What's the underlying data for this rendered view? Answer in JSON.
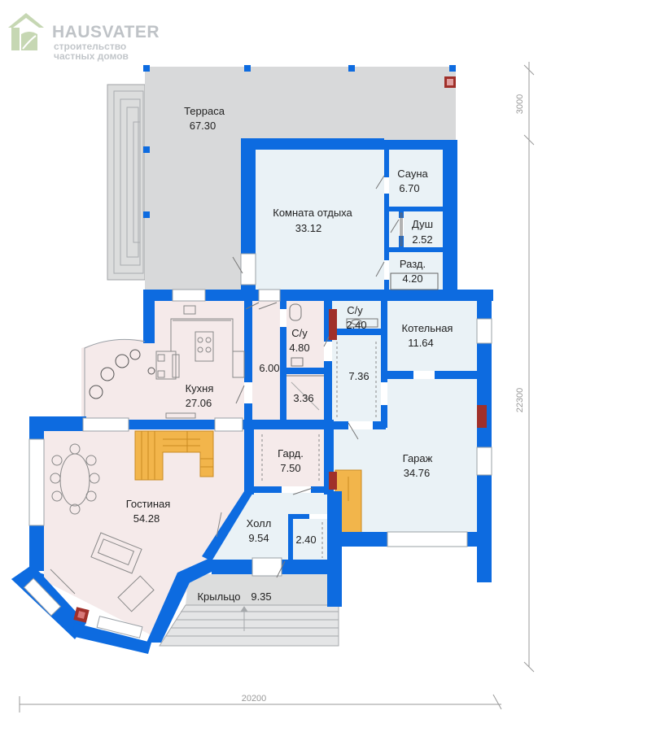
{
  "logo": {
    "brand": "HAUSVATER",
    "tagline_1": "строительство",
    "tagline_2": "частных домов"
  },
  "colors": {
    "wall": "#0d6be0",
    "terrace": "#d8d9da",
    "room_blue": "#eaf2f6",
    "room_pink": "#f5eaea",
    "stair": "#f2b54b",
    "fireplace": "#a0302a",
    "window": "#ffffff"
  },
  "rooms": {
    "terrace": {
      "name": "Терраса",
      "area": "67.30"
    },
    "lounge": {
      "name": "Комната отдыха",
      "area": "33.12"
    },
    "sauna": {
      "name": "Сауна",
      "area": "6.70"
    },
    "shower": {
      "name": "Душ",
      "area": "2.52"
    },
    "changing": {
      "name": "Разд.",
      "area": "4.20"
    },
    "wc_small": {
      "name": "С/у",
      "area": "2.40"
    },
    "wc_big": {
      "name": "С/у",
      "area": "4.80"
    },
    "boiler": {
      "name": "Котельная",
      "area": "11.64"
    },
    "kitchen": {
      "name": "Кухня",
      "area": "27.06"
    },
    "corridor": {
      "area": "6.00"
    },
    "storage_336": {
      "area": "3.36"
    },
    "storage_736": {
      "area": "7.36"
    },
    "garage": {
      "name": "Гараж",
      "area": "34.76"
    },
    "wardrobe": {
      "name": "Гард.",
      "area": "7.50"
    },
    "living": {
      "name": "Гостиная",
      "area": "54.28"
    },
    "hall": {
      "name": "Холл",
      "area": "9.54"
    },
    "closet_240": {
      "area": "2.40"
    },
    "porch": {
      "name": "Крыльцо",
      "area": "9.35"
    }
  },
  "dimensions": {
    "width": "20200",
    "depth": "22300",
    "terrace_depth": "3000"
  }
}
